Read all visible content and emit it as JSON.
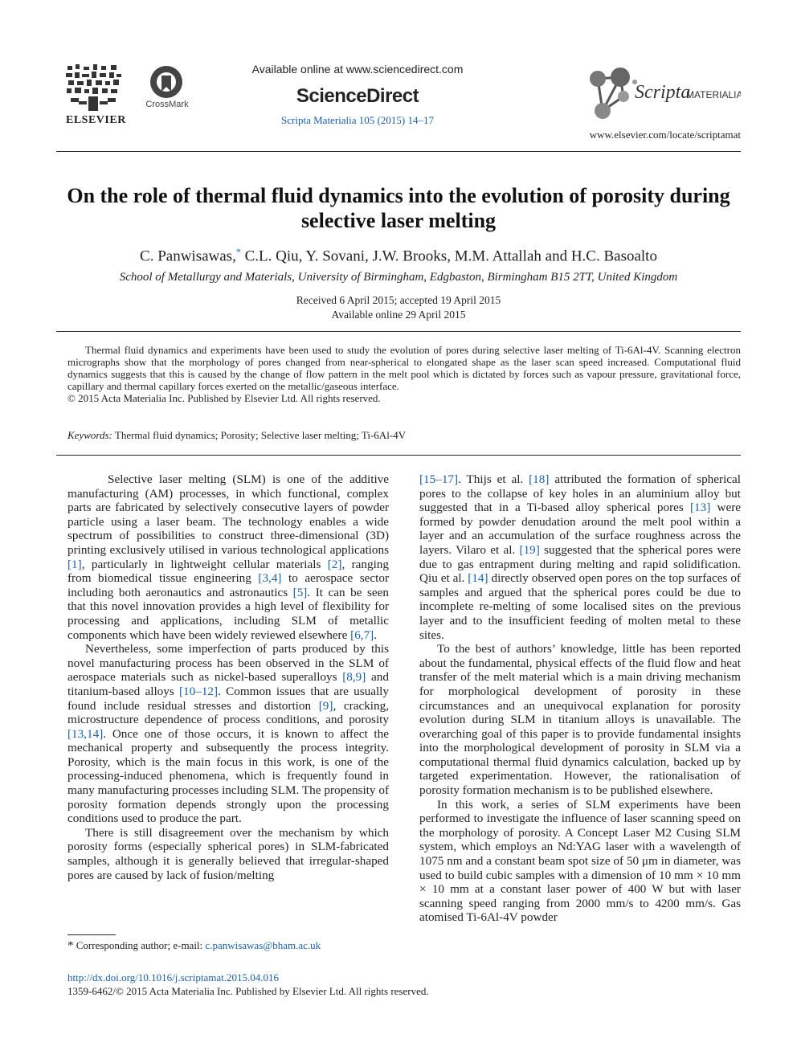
{
  "header": {
    "publisher": "ELSEVIER",
    "crossmark": "CrossMark",
    "available_online": "Available online at www.sciencedirect.com",
    "sciencedirect": "ScienceDirect",
    "journal_ref": "Scripta Materialia 105 (2015) 14–17",
    "journal_logo_name": "Scripta",
    "journal_logo_sub": "MATERIALIA",
    "journal_url": "www.elsevier.com/locate/scriptamat"
  },
  "article": {
    "title": "On the role of thermal fluid dynamics into the evolution of porosity during selective laser melting",
    "authors_first": "C. Panwisawas,",
    "author_marker": "*",
    "authors_rest": " C.L. Qiu, Y. Sovani, J.W. Brooks, M.M. Attallah and H.C. Basoalto",
    "affiliation": "School of Metallurgy and Materials, University of Birmingham, Edgbaston, Birmingham B15 2TT, United Kingdom",
    "received": "Received 6 April 2015; accepted 19 April 2015",
    "available": "Available online 29 April 2015",
    "abstract": "Thermal fluid dynamics and experiments have been used to study the evolution of pores during selective laser melting of Ti-6Al-4V. Scanning electron micrographs show that the morphology of pores changed from near-spherical to elongated shape as the laser scan speed increased. Computational fluid dynamics suggests that this is caused by the change of flow pattern in the melt pool which is dictated by forces such as vapour pressure, gravitational force, capillary and thermal capillary forces exerted on the metallic/gaseous interface.",
    "copyright": "© 2015 Acta Materialia Inc. Published by Elsevier Ltd. All rights reserved.",
    "keywords_label": "Keywords:",
    "keywords": " Thermal fluid dynamics; Porosity; Selective laser melting; Ti-6Al-4V"
  },
  "body": {
    "left": [
      [
        "Selective laser melting (SLM) is one of the additive manufacturing (AM) processes, in which functional, complex parts are fabricated by selectively consecutive layers of powder particle using a laser beam. The technology enables a wide spectrum of possibilities to construct three-dimensional (3D) printing exclusively utilised in various technological applications ",
        "[1]",
        ", particularly in lightweight cellular materials ",
        "[2]",
        ", ranging from biomedical tissue engineering ",
        "[3,4]",
        " to aerospace sector including both aeronautics and astronautics ",
        "[5]",
        ". It can be seen that this novel innovation provides a high level of flexibility for processing and applications, including SLM of metallic components which have been widely reviewed elsewhere ",
        "[6,7]",
        "."
      ],
      [
        "Nevertheless, some imperfection of parts produced by this novel manufacturing process has been observed in the SLM of aerospace materials such as nickel-based superalloys ",
        "[8,9]",
        " and titanium-based alloys ",
        "[10–12]",
        ". Common issues that are usually found include residual stresses and distortion ",
        "[9]",
        ", cracking, microstructure dependence of process conditions, and porosity ",
        "[13,14]",
        ". Once one of those occurs, it is known to affect the mechanical property and subsequently the process integrity. Porosity, which is the main focus in this work, is one of the processing-induced phenomena, which is frequently found in many manufacturing processes including SLM. The propensity of porosity formation depends strongly upon the processing conditions used to produce the part."
      ],
      [
        "There is still disagreement over the mechanism by which porosity forms (especially spherical pores) in SLM-fabricated samples, although it is generally believed that irregular-shaped pores are caused by lack of fusion/melting"
      ]
    ],
    "right": [
      [
        "",
        "[15–17]",
        ". Thijs et al. ",
        "[18]",
        " attributed the formation of spherical pores to the collapse of key holes in an aluminium alloy but suggested that in a Ti-based alloy spherical pores ",
        "[13]",
        " were formed by powder denudation around the melt pool within a layer and an accumulation of the surface roughness across the layers. Vilaro et al. ",
        "[19]",
        " suggested that the spherical pores were due to gas entrapment during melting and rapid solidification. Qiu et al. ",
        "[14]",
        " directly observed open pores on the top surfaces of samples and argued that the spherical pores could be due to incomplete re-melting of some localised sites on the previous layer and to the insufficient feeding of molten metal to these sites."
      ],
      [
        "To the best of authors’ knowledge, little has been reported about the fundamental, physical effects of the fluid flow and heat transfer of the melt material which is a main driving mechanism for morphological development of porosity in these circumstances and an unequivocal explanation for porosity evolution during SLM in titanium alloys is unavailable. The overarching goal of this paper is to provide fundamental insights into the morphological development of porosity in SLM via a computational thermal fluid dynamics calculation, backed up by targeted experimentation. However, the rationalisation of porosity formation mechanism is to be published elsewhere."
      ],
      [
        "In this work, a series of SLM experiments have been performed to investigate the influence of laser scanning speed on the morphology of porosity. A Concept Laser M2 Cusing SLM system, which employs an Nd:YAG laser with a wavelength of 1075 nm and a constant beam spot size of 50 μm in diameter, was used to build cubic samples with a dimension of 10 mm × 10 mm × 10 mm at a constant laser power of 400 W but with laser scanning speed ranging from 2000 mm/s to 4200 mm/s. Gas atomised Ti-6Al-4V powder"
      ]
    ]
  },
  "footer": {
    "fn_marker": "*",
    "fn_text": " Corresponding author; e-mail: ",
    "fn_email": "c.panwisawas@bham.ac.uk",
    "doi": "http://dx.doi.org/10.1016/j.scriptamat.2015.04.016",
    "issn": "1359-6462/© 2015 Acta Materialia Inc. Published by Elsevier Ltd. All rights reserved."
  }
}
